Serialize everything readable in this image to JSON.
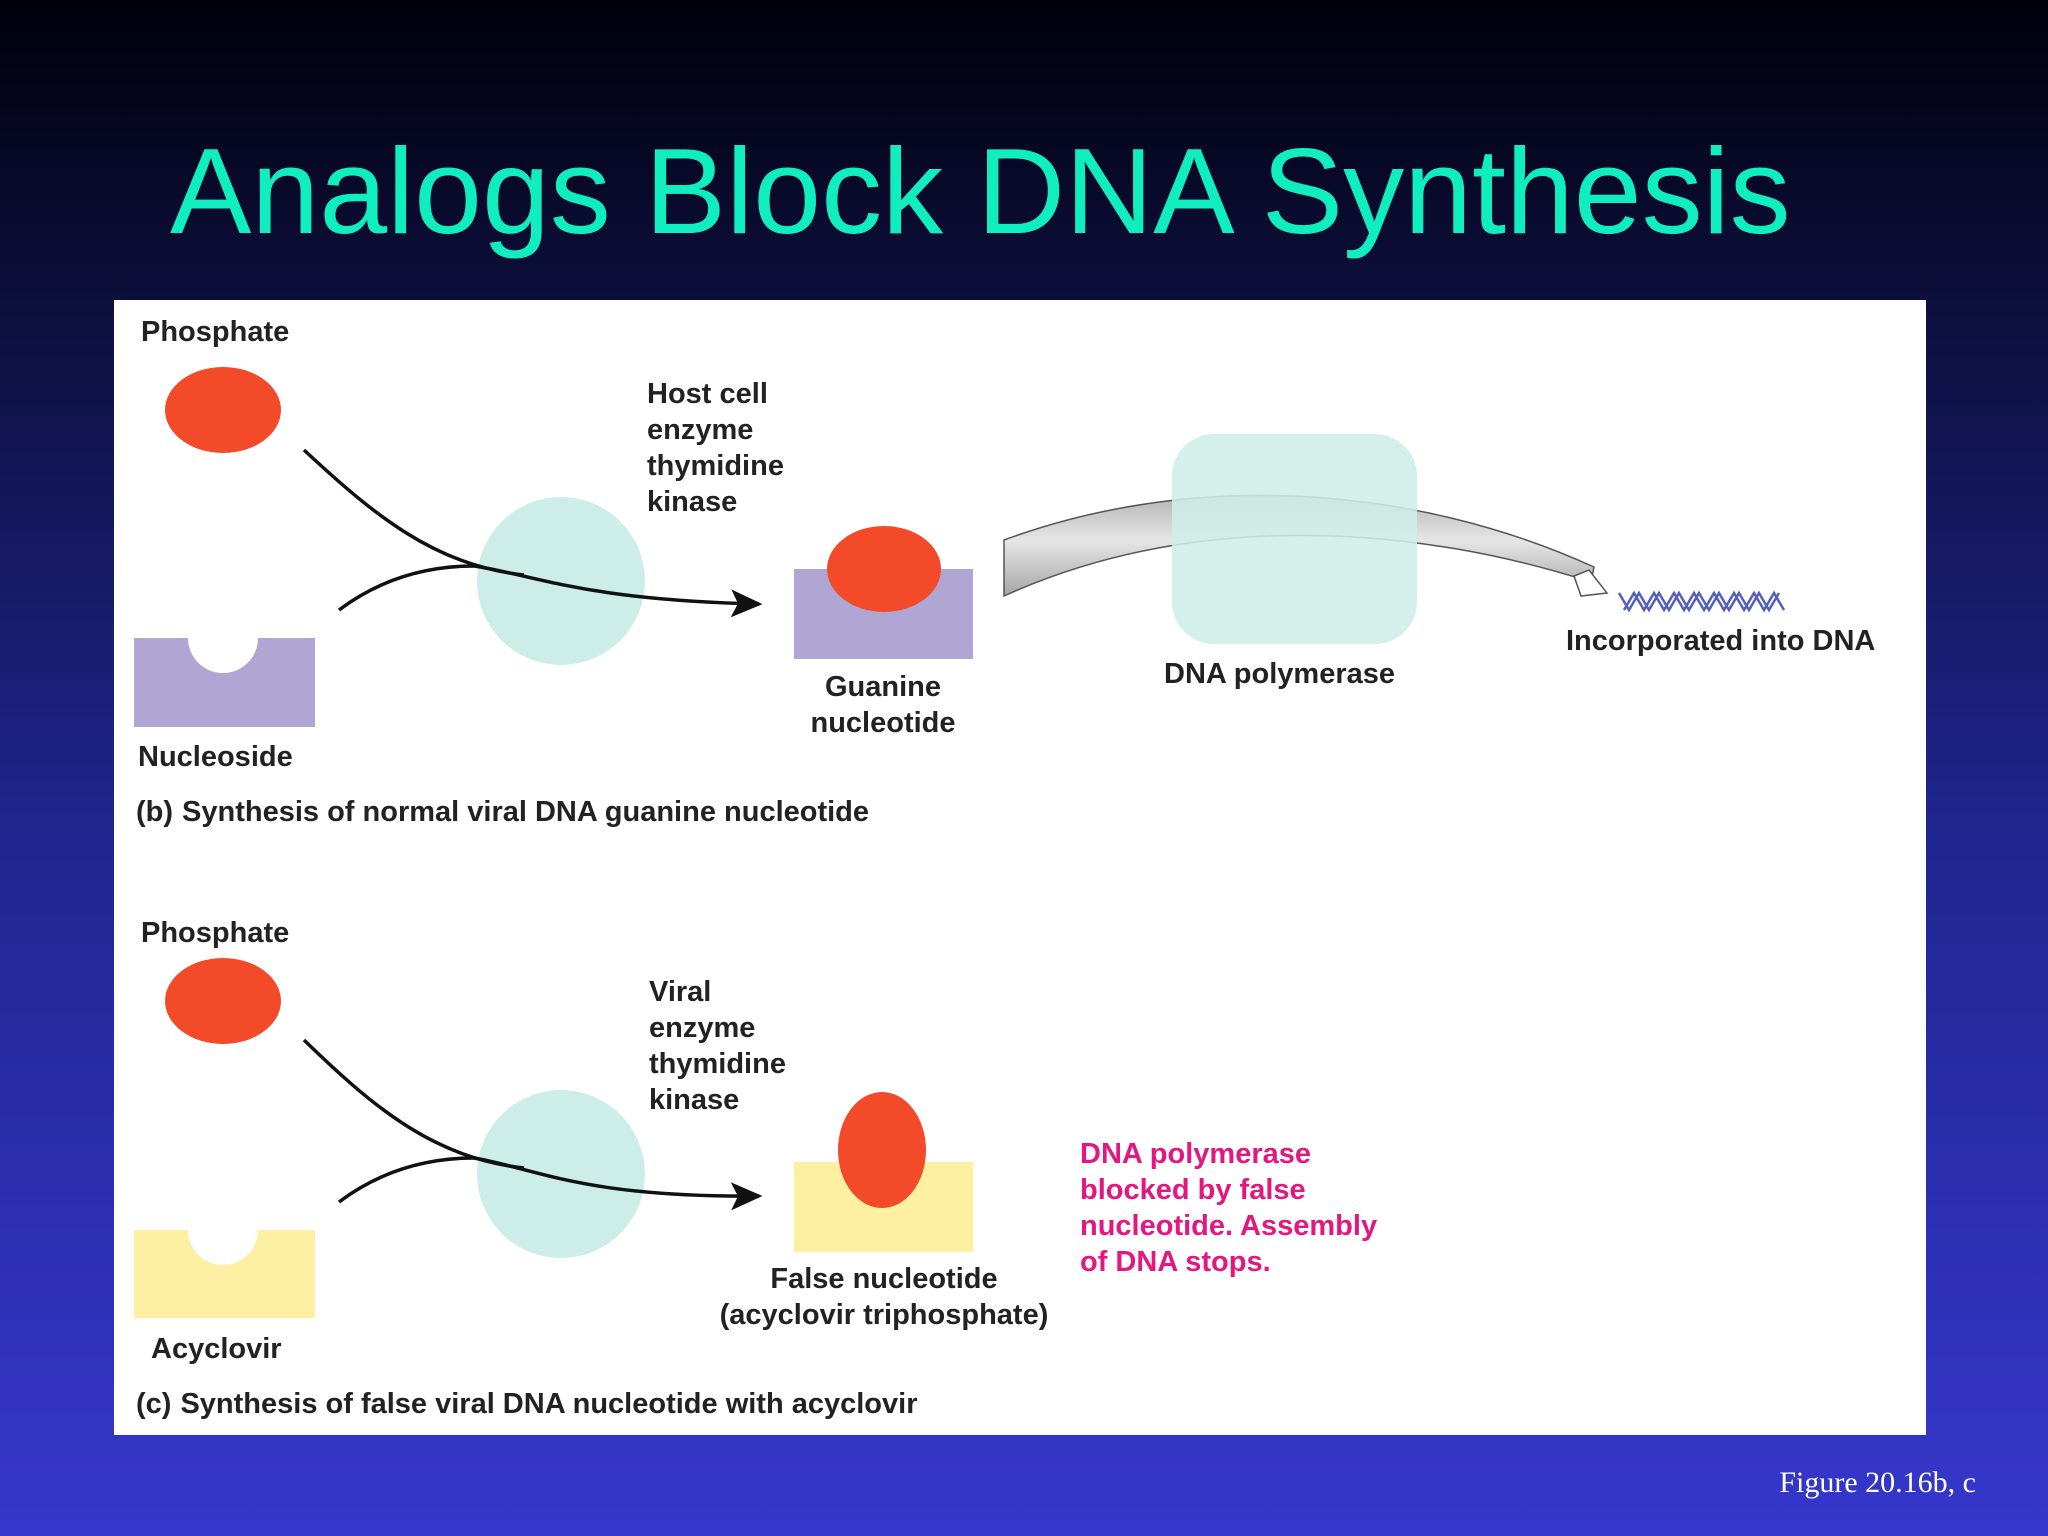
{
  "slide": {
    "title": "Analogs Block DNA Synthesis",
    "figure_reference": "Figure 20.16b, c"
  },
  "panel_b": {
    "phosphate_label": "Phosphate",
    "nucleoside_label": "Nucleoside",
    "enzyme_label_lines": [
      "Host cell",
      "enzyme",
      "thymidine",
      "kinase"
    ],
    "product_label_lines": [
      "Guanine",
      "nucleotide"
    ],
    "polymerase_label": "DNA polymerase",
    "dna_label": "Incorporated into DNA",
    "caption_tag": "(b)",
    "caption_text": "Synthesis of normal viral DNA guanine nucleotide"
  },
  "panel_c": {
    "phosphate_label": "Phosphate",
    "substrate_label": "Acyclovir",
    "enzyme_label_lines": [
      "Viral",
      "enzyme",
      "thymidine",
      "kinase"
    ],
    "product_label_lines": [
      "False nucleotide",
      "(acyclovir triphosphate)"
    ],
    "blocked_note_lines": [
      "DNA polymerase",
      "blocked by false",
      "nucleotide. Assembly",
      "of DNA stops."
    ],
    "caption_tag": "(c)",
    "caption_text": "Synthesis of false viral DNA nucleotide with acyclovir"
  },
  "colors": {
    "title": "#10eec0",
    "phosphate": "#f34a2a",
    "nucleoside": "#b0a6d4",
    "acyclovir": "#fdf0a3",
    "enzyme": "#cdeee8",
    "dna_strand": "#5560b8",
    "blocked_note": "#e21880"
  }
}
